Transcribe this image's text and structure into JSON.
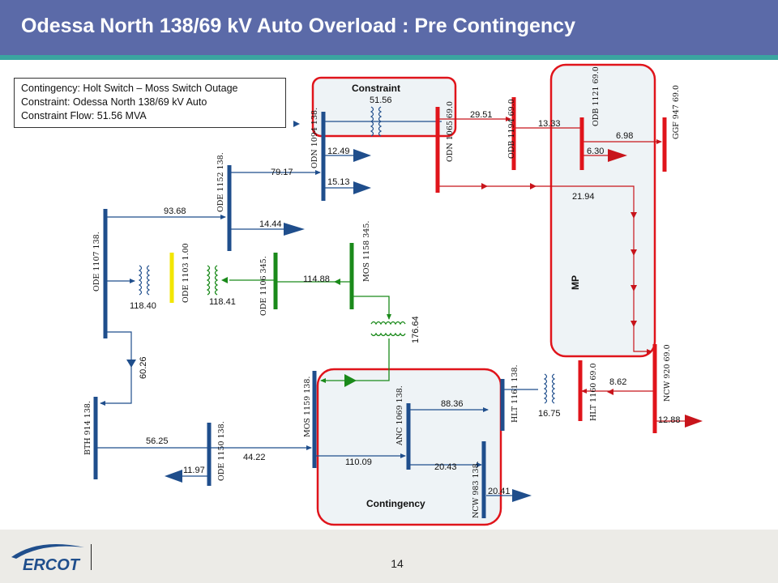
{
  "slide": {
    "title": "Odessa North 138/69 kV Auto Overload :  Pre Contingency",
    "page_number": "14",
    "logo_text": "ERCOT"
  },
  "info": {
    "contingency": "Contingency: Holt Switch – Moss Switch Outage",
    "constraint": "Constraint: Odessa North 138/69 kV Auto",
    "flow": "Constraint Flow: 51.56 MVA"
  },
  "zones": {
    "constraint": "Constraint",
    "mp": "MP",
    "contingency": "Contingency"
  },
  "buses": {
    "odn1094": "ODN 1094  138.",
    "odn1065": "ODN 1065  69.0",
    "odb1194": "ODB 1194  69.0",
    "odb1121": "ODB 1121  69.0",
    "ggf947": "GGF  947  69.0",
    "ode1152": "ODE 1152  138.",
    "ode1107": "ODE 1107  138.",
    "ode1103": "ODE 1103  1.00",
    "ode1106": "ODE 1106  345.",
    "mos1158": "MOS 1158  345.",
    "mos1159": "MOS 1159  138.",
    "anc1069": "ANC 1069  138.",
    "ncw983": "NCW  983  138.",
    "hlt1161": "HLT 1161  138.",
    "hlt1160": "HLT 1160  69.0",
    "ncw920": "NCW  920  69.0",
    "bth914": "BTH  914  138.",
    "ode1150": "ODE 1150  138."
  },
  "flows": {
    "f5156": "51.56",
    "f2951": "29.51",
    "f1333": "13.33",
    "f698": "6.98",
    "f630": "6.30",
    "f1249": "12.49",
    "f1513": "15.13",
    "f7917": "79.17",
    "f1444": "14.44",
    "f2194": "21.94",
    "f9368": "93.68",
    "f11840": "118.40",
    "f11841": "118.41",
    "f11488": "114.88",
    "f17664": "176.64",
    "f6026": "60.26",
    "f8836": "88.36",
    "f1675": "16.75",
    "f862": "8.62",
    "f1288": "12.88",
    "f5625": "56.25",
    "f4422": "44.22",
    "f11009": "110.09",
    "f2043": "20.43",
    "f2041": "20.41",
    "f1197": "11.97"
  },
  "colors": {
    "header": "#5b6aa8",
    "accent_strip": "#3aa5a0",
    "bus_138": "#1f4e8c",
    "bus_69": "#e0141b",
    "bus_345": "#1a8a1a",
    "bus_tertiary": "#f2e600",
    "zone_border": "#e0141b",
    "zone_fill": "#eef3f6",
    "footer": "#ecebe7"
  }
}
